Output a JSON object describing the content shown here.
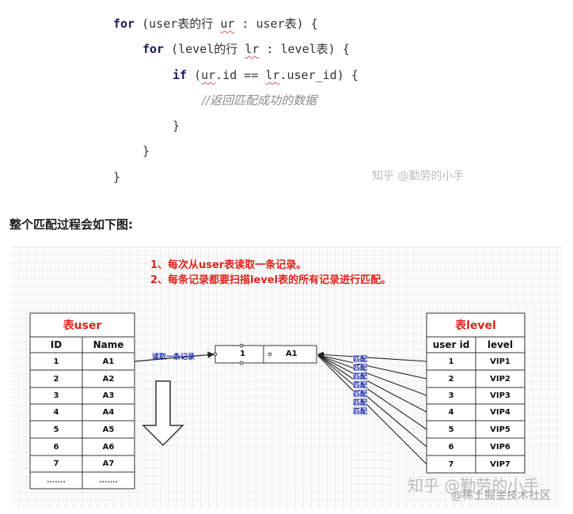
{
  "code": {
    "line1": {
      "kw": "for",
      "a": " (user表的行 ",
      "b": "ur",
      "c": " : user表) {"
    },
    "line2": {
      "kw": "for",
      "a": " (level的行 ",
      "b": "lr",
      "c": " : level表) {"
    },
    "line3": {
      "kw": "if",
      "a": " (",
      "b": "ur",
      "c": ".id == ",
      "d": "lr",
      "e": ".user_id) {"
    },
    "line4": "//返回匹配成功的数据",
    "line5": "}",
    "line6": "}",
    "line7": "}"
  },
  "watermark_top": "知乎 @勤劳的小手",
  "heading": "整个匹配过程会如下图:",
  "diagram": {
    "note1": "1、每次从user表读取一条记录。",
    "note2": "2、每条记录都要扫描level表的所有记录进行匹配。",
    "user_table": {
      "title": "表user",
      "headers": [
        "ID",
        "Name"
      ],
      "rows": [
        [
          "1",
          "A1"
        ],
        [
          "2",
          "A2"
        ],
        [
          "3",
          "A3"
        ],
        [
          "4",
          "A4"
        ],
        [
          "5",
          "A5"
        ],
        [
          "6",
          "A6"
        ],
        [
          "7",
          "A7"
        ],
        [
          ".......",
          "......."
        ]
      ]
    },
    "level_table": {
      "title": "表level",
      "headers": [
        "user id",
        "level"
      ],
      "rows": [
        [
          "1",
          "VIP1"
        ],
        [
          "2",
          "VIP2"
        ],
        [
          "3",
          "VIP3"
        ],
        [
          "4",
          "VIP4"
        ],
        [
          "5",
          "VIP5"
        ],
        [
          "6",
          "VIP6"
        ],
        [
          "7",
          "VIP7"
        ]
      ]
    },
    "read_label": "读取一条记录",
    "record_box": {
      "id": "1",
      "name": "A1"
    },
    "match_label": "匹配"
  },
  "watermark_bottom": "知乎 @勤劳的小手",
  "watermark_bottom2": "@稀土掘金技术社区"
}
